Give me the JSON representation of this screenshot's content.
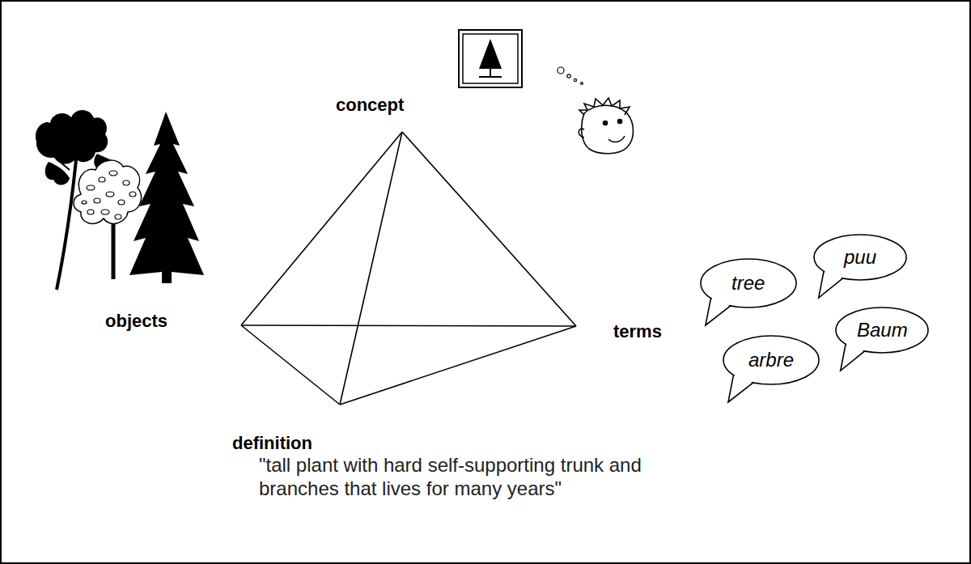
{
  "diagram": {
    "nodes": [
      {
        "text": [
          "tree"
        ]
      },
      {
        "text": [
          "puu"
        ]
      },
      {
        "text": [
          "arbre"
        ]
      },
      {
        "text": [
          "Baum"
        ]
      }
    ],
    "labels": [
      "concept",
      "objects",
      "terms",
      "definition",
      "\"tall plant with hard self-supporting trunk and branches that lives for many years\""
    ]
  }
}
